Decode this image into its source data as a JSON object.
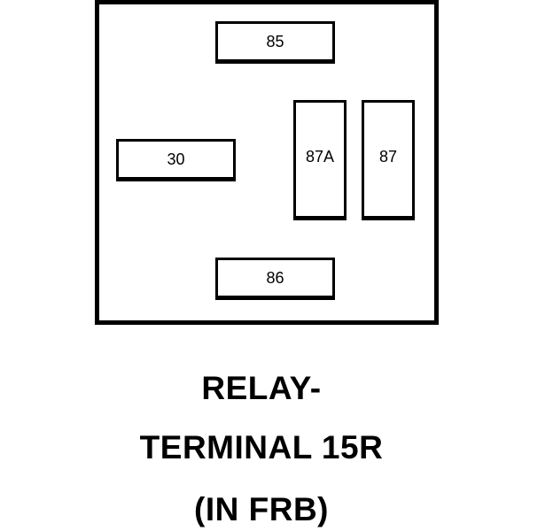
{
  "relay": {
    "terminals": {
      "t85": "85",
      "t30": "30",
      "t87a": "87A",
      "t87": "87",
      "t86": "86"
    }
  },
  "caption": {
    "line1": "RELAY-",
    "line2": "TERMINAL 15R",
    "line3": "(IN FRB)"
  },
  "colors": {
    "line": "#000000",
    "background": "#ffffff"
  }
}
